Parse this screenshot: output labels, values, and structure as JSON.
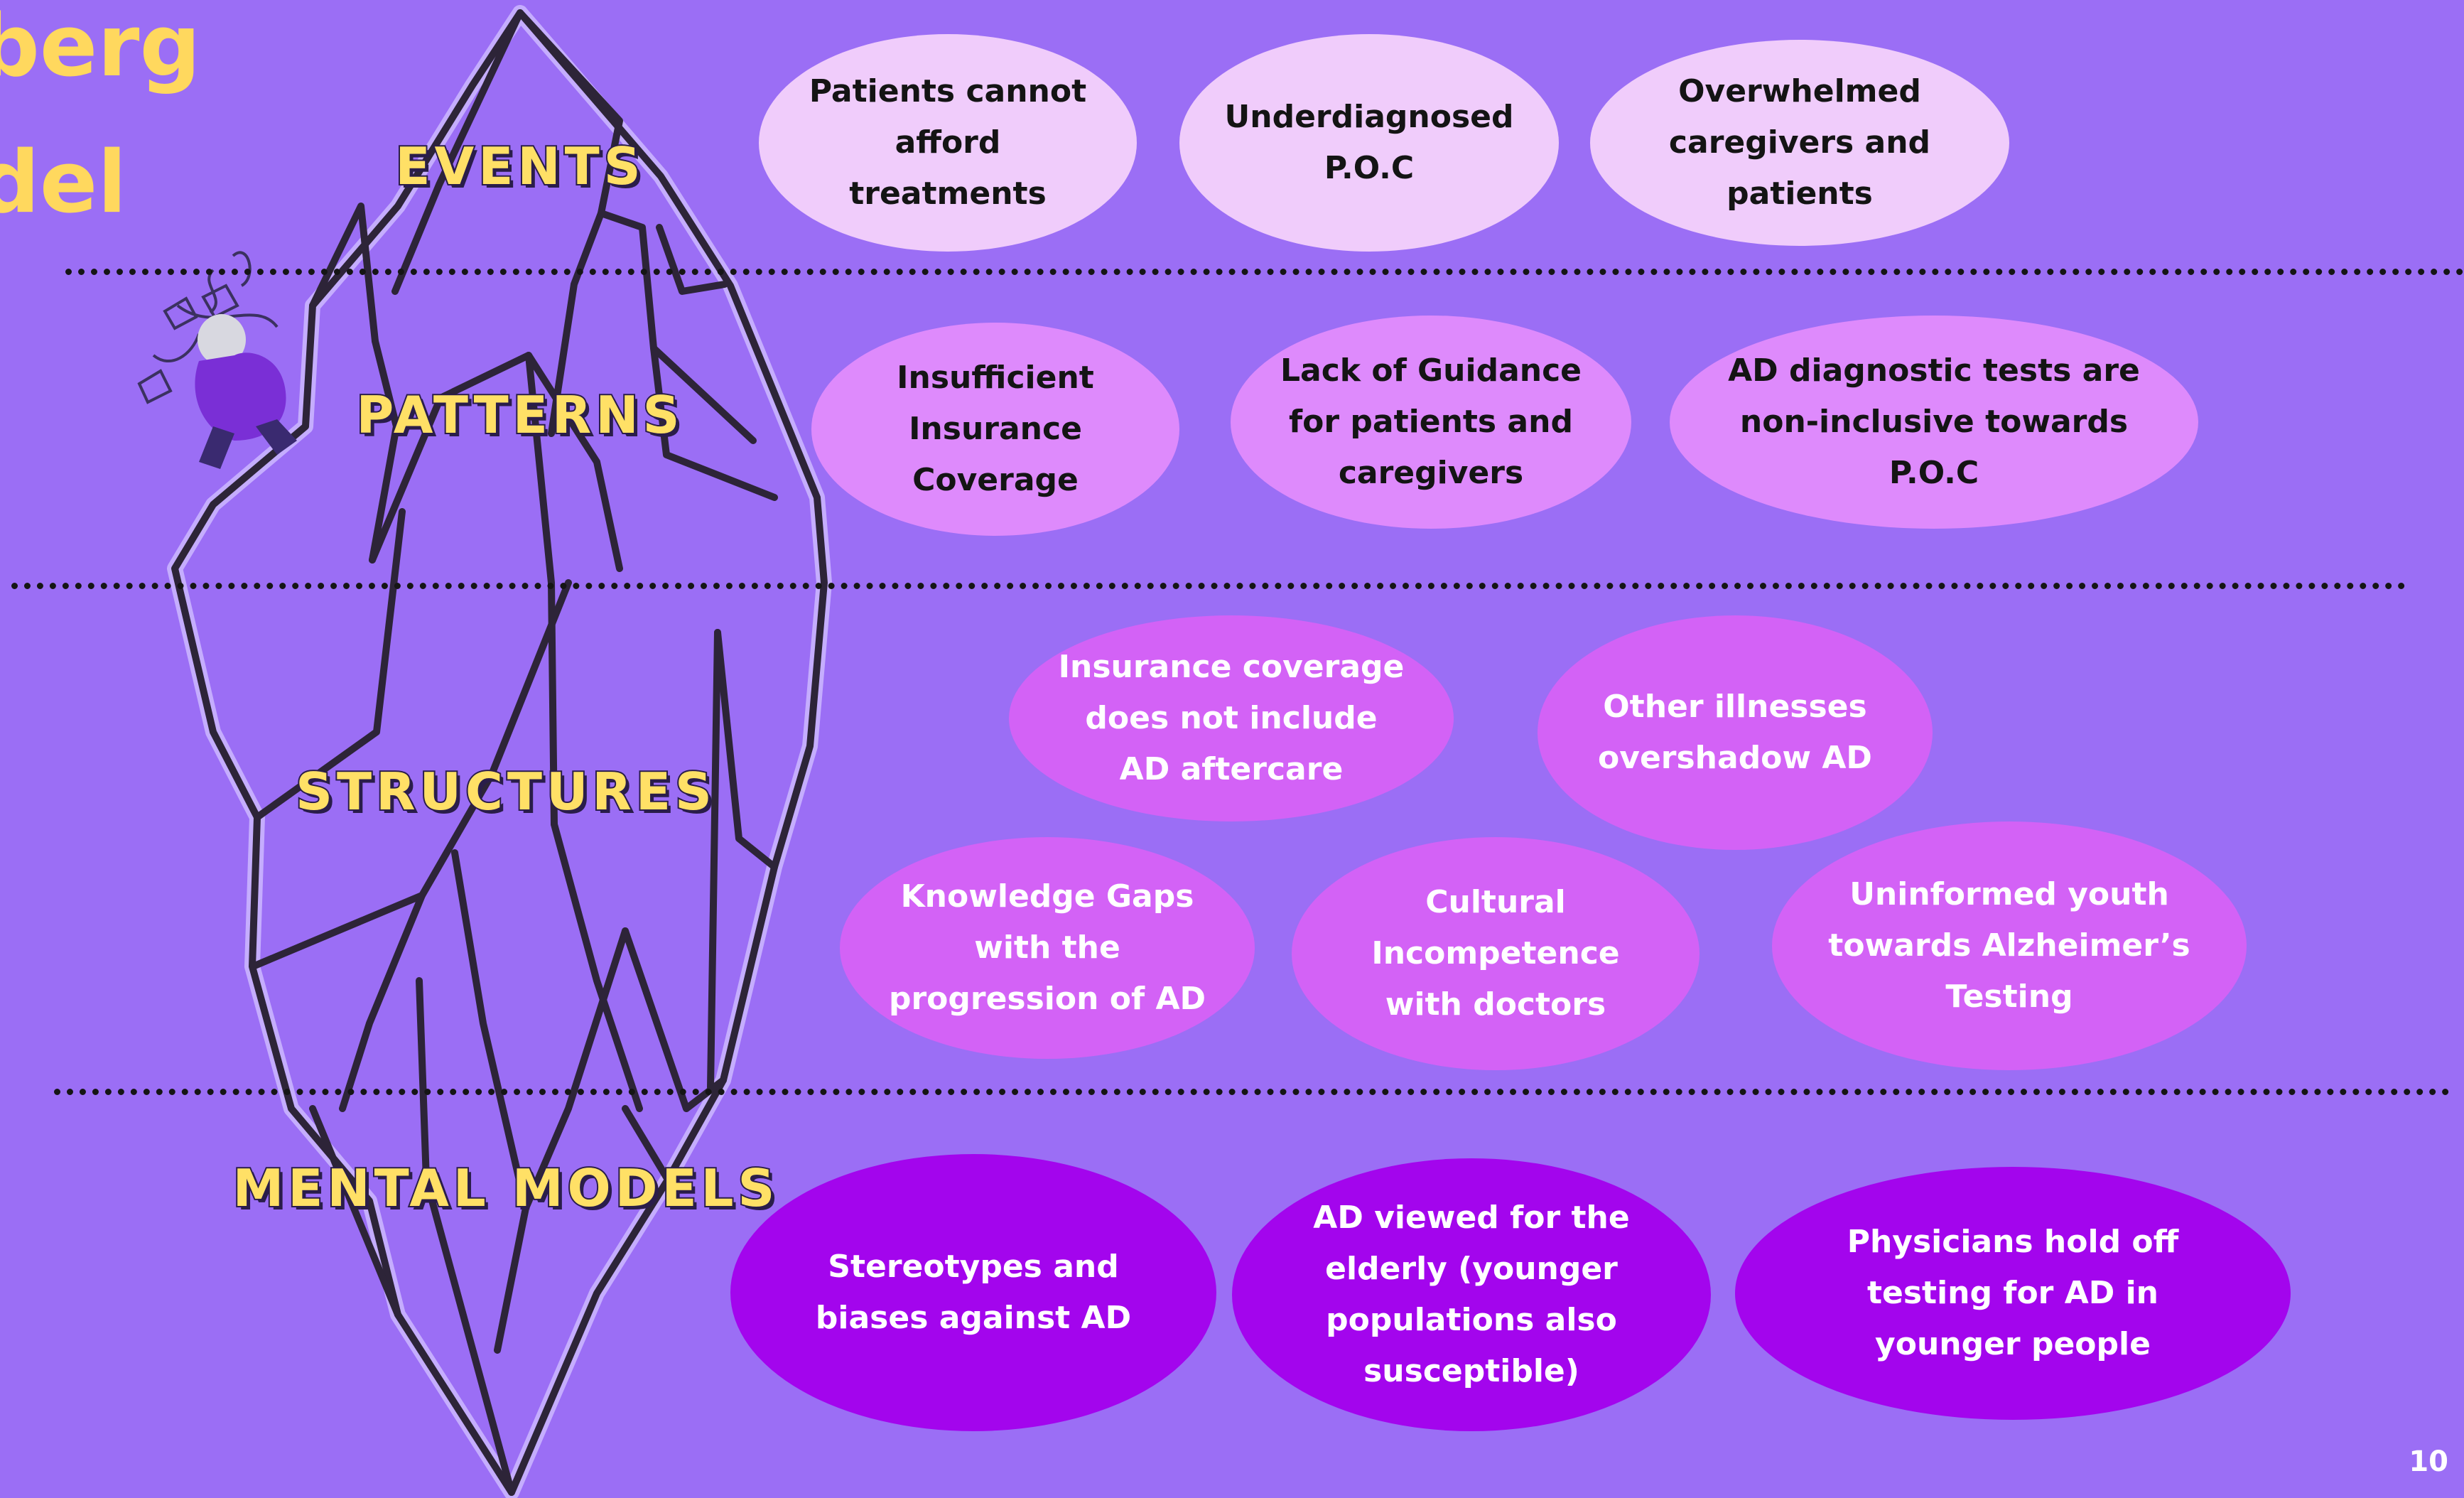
{
  "title": {
    "line1": "berg",
    "line2": "del"
  },
  "levels": {
    "events": "EVENTS",
    "patterns": "PATTERNS",
    "structures": "STRUCTURES",
    "mental_models": "MENTAL MODELS"
  },
  "events": [
    "Patients cannot\nafford\ntreatments",
    "Underdiagnosed\nP.O.C",
    "Overwhelmed\ncaregivers and\npatients"
  ],
  "patterns": [
    "Insufficient\nInsurance\nCoverage",
    "Lack of Guidance\nfor patients and\ncaregivers",
    "AD diagnostic tests are\nnon-inclusive towards\nP.O.C"
  ],
  "structures": [
    "Insurance coverage\ndoes not include\nAD aftercare",
    "Other illnesses\novershadow AD",
    "Knowledge Gaps\nwith the\nprogression of AD",
    "Cultural\nIncompetence\nwith doctors",
    "Uninformed youth\ntowards Alzheimer’s\nTesting"
  ],
  "mental_models": [
    "Stereotypes and\nbiases against AD",
    "AD viewed for the\nelderly  (younger\npopulations also\nsusceptible)",
    "Physicians hold off\ntesting for AD in\nyounger people"
  ],
  "page_number": "10",
  "colors": {
    "background": "#9b6ef5",
    "title": "#ffd85e",
    "events_bubble": "#f0ccfb",
    "patterns_bubble": "#de8afc",
    "structures_bubble": "#d362f6",
    "mental_models_bubble": "#a305ed"
  }
}
